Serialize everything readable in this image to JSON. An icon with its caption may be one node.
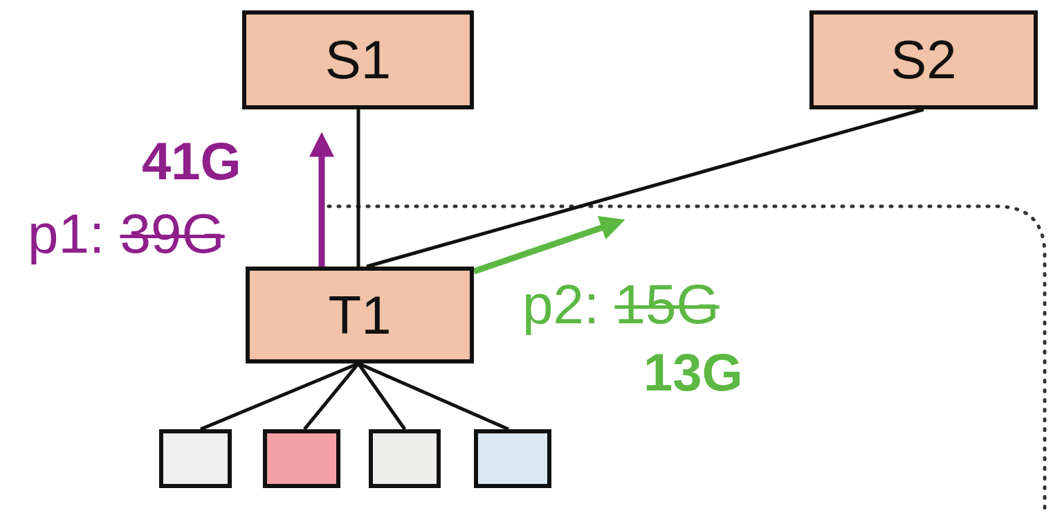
{
  "diagram": {
    "nodes": [
      {
        "text": [
          "S1"
        ]
      },
      {
        "text": [
          "S2"
        ]
      },
      {
        "text": [
          "T1"
        ]
      },
      {
        "text": [],
        "shape": "box"
      },
      {
        "text": [],
        "shape": "box"
      },
      {
        "text": [],
        "shape": "box"
      },
      {
        "text": [],
        "shape": "box"
      }
    ],
    "edges": [
      {
        "from": 2,
        "to": 0,
        "arrow": "none"
      },
      {
        "from": 2,
        "to": 1,
        "arrow": "none"
      },
      {
        "from": 2,
        "to": 3,
        "arrow": "none"
      },
      {
        "from": 2,
        "to": 4,
        "arrow": "none"
      },
      {
        "from": 2,
        "to": 5,
        "arrow": "none"
      },
      {
        "from": 2,
        "to": 6,
        "arrow": "none"
      },
      {
        "from": 2,
        "to": 0,
        "arrow": "to",
        "label": "41G",
        "style": "thick",
        "color": "#8e1f8b"
      },
      {
        "from": 2,
        "to": null,
        "arrow": "to",
        "label": "13G",
        "style": "thick",
        "color": "#5cb843"
      }
    ],
    "labels": [
      "p1: 39G",
      "p2: 15G"
    ]
  }
}
